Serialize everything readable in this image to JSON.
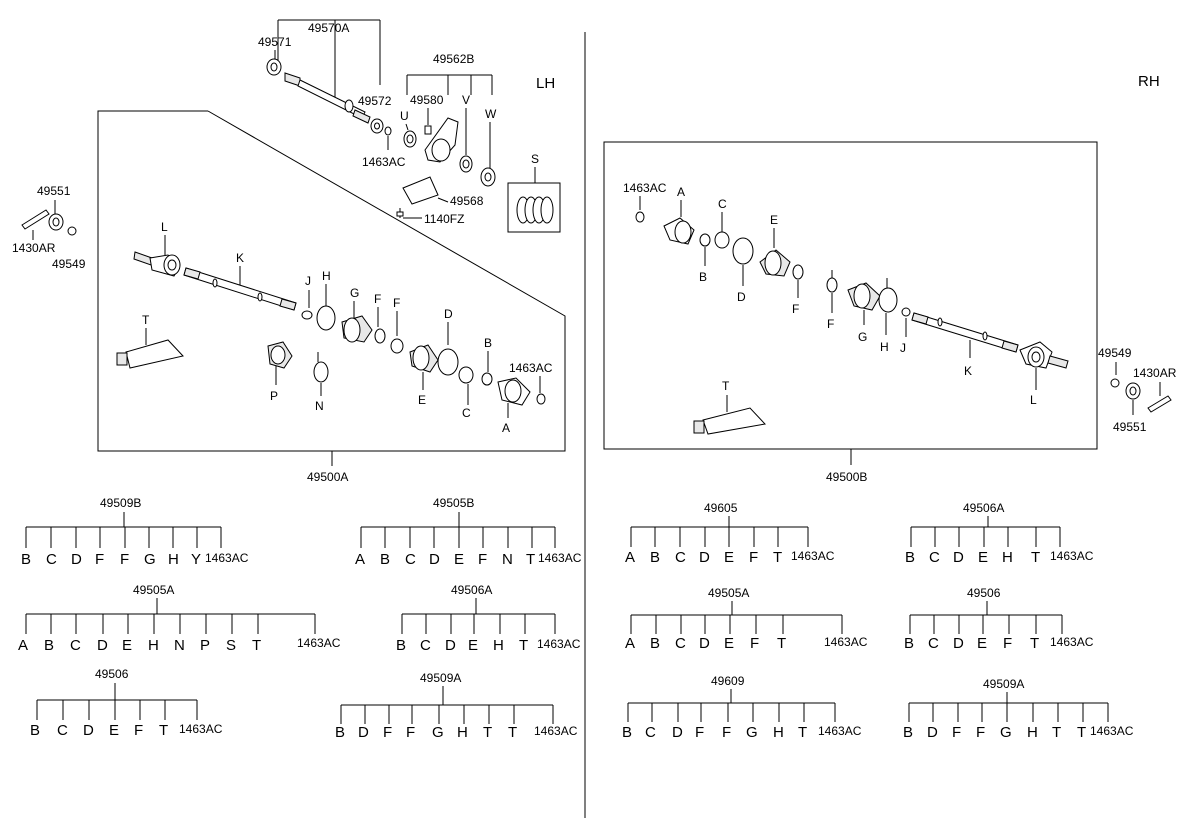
{
  "sides": {
    "left": "LH",
    "right": "RH"
  },
  "assemblies": {
    "left": "49500A",
    "right": "49500B"
  },
  "left_callouts": {
    "c49570A": "49570A",
    "c49571": "49571",
    "c49572": "49572",
    "c1463AC_top": "1463AC",
    "c49562B": "49562B",
    "c49580": "49580",
    "cU": "U",
    "cV": "V",
    "cW": "W",
    "cS": "S",
    "c49568": "49568",
    "c1140FZ": "1140FZ",
    "c49551": "49551",
    "c1430AR": "1430AR",
    "c49549": "49549",
    "cL": "L",
    "cK": "K",
    "cJ": "J",
    "cH": "H",
    "cG": "G",
    "cF1": "F",
    "cF2": "F",
    "cD": "D",
    "cB": "B",
    "c1463AC": "1463AC",
    "cT": "T",
    "cP": "P",
    "cN": "N",
    "cE": "E",
    "cC": "C",
    "cA": "A"
  },
  "right_callouts": {
    "c1463AC": "1463AC",
    "cA": "A",
    "cC": "C",
    "cE": "E",
    "cB": "B",
    "cD": "D",
    "cF1": "F",
    "cF2": "F",
    "cG": "G",
    "cH": "H",
    "cJ": "J",
    "cK": "K",
    "cL": "L",
    "cT": "T",
    "c49549": "49549",
    "c1430AR": "1430AR",
    "c49551": "49551"
  },
  "kits": [
    {
      "code": "49509B",
      "items": [
        "B",
        "C",
        "D",
        "F",
        "F",
        "G",
        "H",
        "Y",
        "1463AC"
      ]
    },
    {
      "code": "49505B",
      "items": [
        "A",
        "B",
        "C",
        "D",
        "E",
        "F",
        "N",
        "T",
        "1463AC"
      ]
    },
    {
      "code": "49505A",
      "items": [
        "A",
        "B",
        "C",
        "D",
        "E",
        "H",
        "N",
        "P",
        "S",
        "T",
        "1463AC"
      ]
    },
    {
      "code": "49506A",
      "items": [
        "B",
        "C",
        "D",
        "E",
        "H",
        "T",
        "1463AC"
      ]
    },
    {
      "code": "49506",
      "items": [
        "B",
        "C",
        "D",
        "E",
        "F",
        "T",
        "1463AC"
      ]
    },
    {
      "code": "49509A",
      "items": [
        "B",
        "D",
        "F",
        "F",
        "G",
        "H",
        "T",
        "T",
        "1463AC"
      ]
    },
    {
      "code": "49605",
      "items": [
        "A",
        "B",
        "C",
        "D",
        "E",
        "F",
        "T",
        "1463AC"
      ]
    },
    {
      "code": "49506A",
      "items": [
        "B",
        "C",
        "D",
        "E",
        "H",
        "T",
        "1463AC"
      ]
    },
    {
      "code": "49505A",
      "items": [
        "A",
        "B",
        "C",
        "D",
        "E",
        "F",
        "T",
        "1463AC"
      ]
    },
    {
      "code": "49506",
      "items": [
        "B",
        "C",
        "D",
        "E",
        "F",
        "T",
        "1463AC"
      ]
    },
    {
      "code": "49609",
      "items": [
        "B",
        "C",
        "D",
        "F",
        "F",
        "G",
        "H",
        "T",
        "1463AC"
      ]
    },
    {
      "code": "49509A",
      "items": [
        "B",
        "D",
        "F",
        "F",
        "G",
        "H",
        "T",
        "T",
        "1463AC"
      ]
    }
  ]
}
